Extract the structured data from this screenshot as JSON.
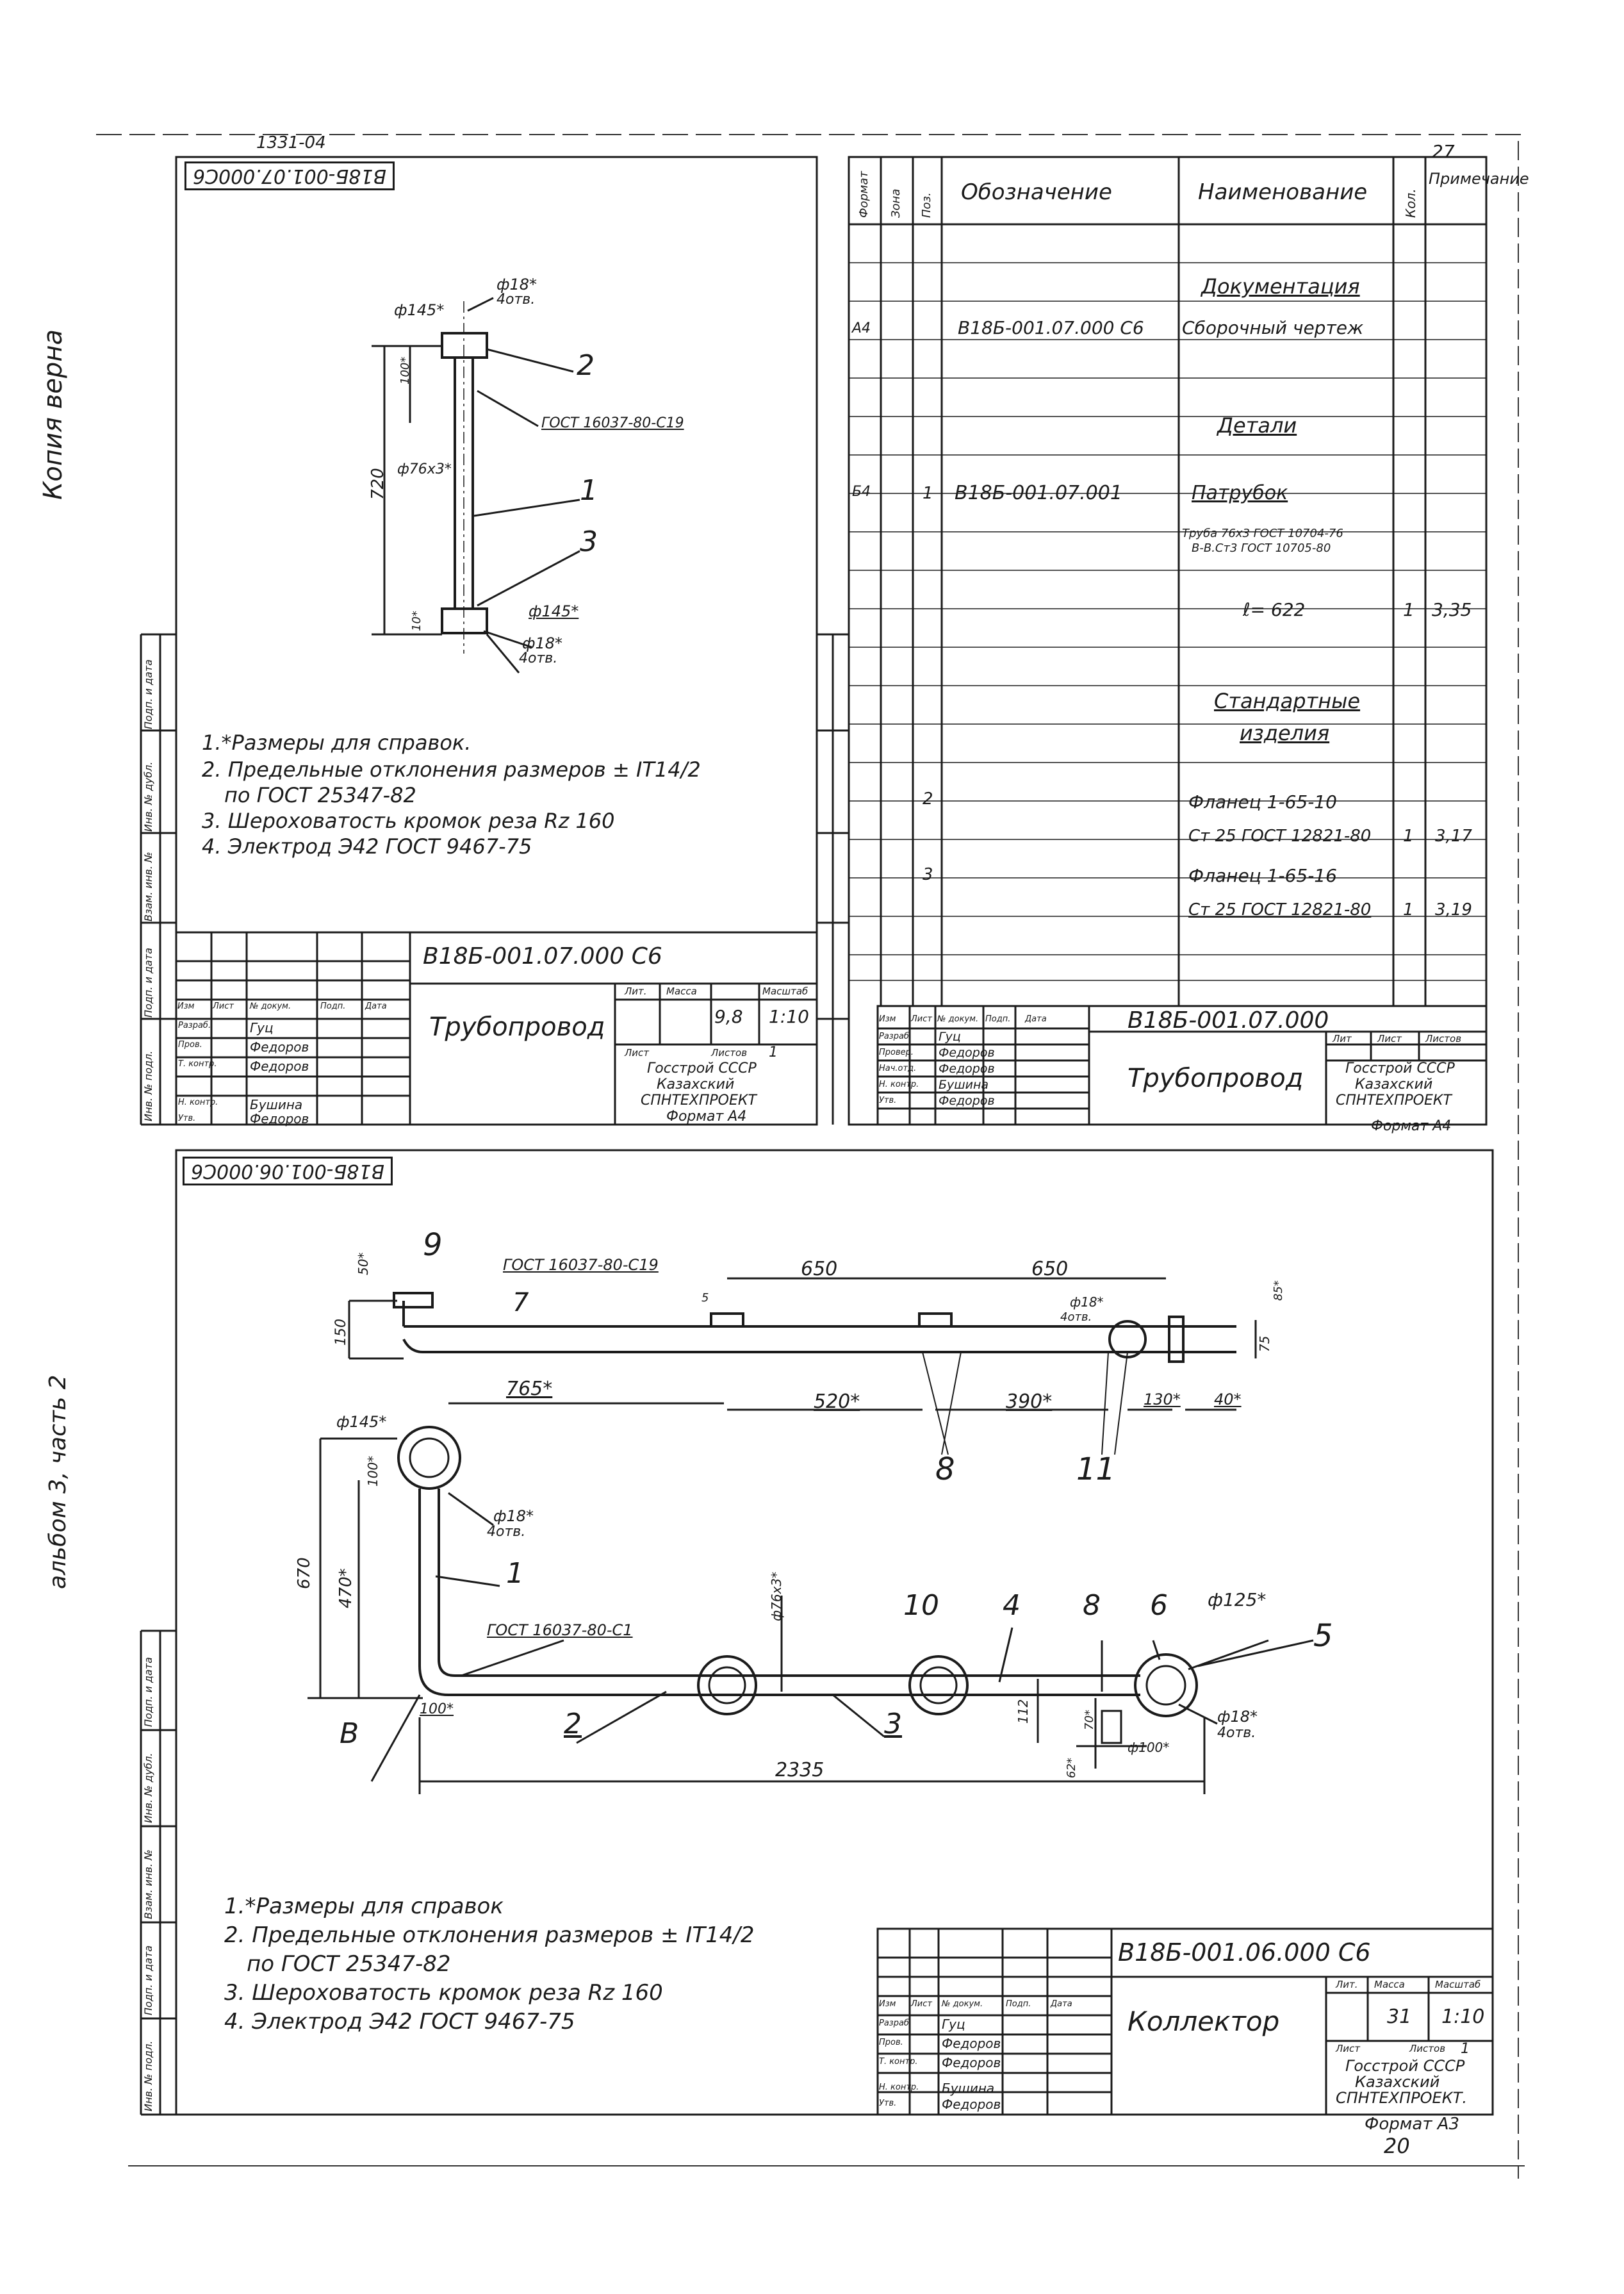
{
  "page": {
    "top_sheet_number": "1331-04",
    "margin_left_note": "Копия верна",
    "margin_left_note2": "альбом 3, часть 2",
    "page_number_top": "27",
    "page_number_bottom": "20"
  },
  "sheet1": {
    "stamp_code_rotated": "В18Б-001.07.000С6",
    "dims": {
      "flange_top": "ф145*",
      "holes_top": "ф18*",
      "holes_top_count": "4отв.",
      "leader_2": "2",
      "weld_top": "ГОСТ 16037-80-С19",
      "pipe": "ф76х3*",
      "length": "720",
      "half": "100*",
      "leader_1": "1",
      "leader_3": "3",
      "flange_bottom": "ф145*",
      "holes_bottom": "ф18*",
      "holes_bottom_count": "4отв.",
      "bottom_dim": "10*"
    },
    "notes": [
      "1.*Размеры для справок.",
      "2. Предельные отклонения размеров ± IT14/2",
      "по ГОСТ 25347-82",
      "3. Шероховатость кромок реза Rz 160",
      "4. Электрод Э42 ГОСТ 9467-75"
    ],
    "title_block": {
      "code": "В18Б-001.07.000 С6",
      "name": "Трубопровод",
      "lit_label": "Лит.",
      "mass_label": "Масса",
      "scale_label": "Масштаб",
      "mass": "9,8",
      "scale": "1:10",
      "sheet_label": "Лист",
      "sheets_label": "Листов",
      "sheets": "1",
      "org1": "Госстрой СССР",
      "org2": "Казахский",
      "org3": "СПНТЕХПРОЕКТ",
      "format": "Формат А4",
      "hdr_izm": "Изм",
      "hdr_list": "Лист",
      "hdr_doc": "№ докум.",
      "hdr_sign": "Подп.",
      "hdr_date": "Дата",
      "roles": [
        "Разраб.",
        "Пров.",
        "Т. контр.",
        "",
        "Н. контр.",
        "Утв."
      ],
      "names": [
        "Гуц",
        "Федоров",
        "Федоров",
        "",
        "Бушина",
        "Федоров"
      ]
    }
  },
  "sheet2": {
    "headers": [
      "Формат",
      "Зона",
      "Поз.",
      "Обозначение",
      "Наименование",
      "Кол.",
      "Примечание"
    ],
    "rows": [
      {
        "fmt": "",
        "pos": "",
        "code": "",
        "name": "Документация",
        "qty": "",
        "note": ""
      },
      {
        "fmt": "А4",
        "pos": "",
        "code": "В18Б-001.07.000 С6",
        "name": "Сборочный чертеж",
        "qty": "",
        "note": ""
      },
      {
        "fmt": "",
        "pos": "",
        "code": "",
        "name": "Детали",
        "qty": "",
        "note": ""
      },
      {
        "fmt": "Б4",
        "pos": "1",
        "code": "В18Б-001.07.001",
        "name": "Патрубок",
        "qty": "",
        "note": ""
      },
      {
        "fmt": "",
        "pos": "",
        "code": "",
        "name": "Труба 76х3 ГОСТ 10704-76",
        "qty": "",
        "note": ""
      },
      {
        "fmt": "",
        "pos": "",
        "code": "",
        "name": "В-В.Ст3 ГОСТ 10705-80",
        "qty": "",
        "note": ""
      },
      {
        "fmt": "",
        "pos": "",
        "code": "",
        "name": "ℓ= 622",
        "qty": "1",
        "note": "3,35"
      },
      {
        "fmt": "",
        "pos": "",
        "code": "",
        "name": "Стандартные",
        "qty": "",
        "note": ""
      },
      {
        "fmt": "",
        "pos": "",
        "code": "",
        "name": "изделия",
        "qty": "",
        "note": ""
      },
      {
        "fmt": "",
        "pos": "2",
        "code": "",
        "name": "Фланец 1-65-10",
        "qty": "",
        "note": ""
      },
      {
        "fmt": "",
        "pos": "",
        "code": "",
        "name": "Ст 25 ГОСТ 12821-80",
        "qty": "1",
        "note": "3,17"
      },
      {
        "fmt": "",
        "pos": "3",
        "code": "",
        "name": "Фланец 1-65-16",
        "qty": "",
        "note": ""
      },
      {
        "fmt": "",
        "pos": "",
        "code": "",
        "name": "Ст 25 ГОСТ 12821-80",
        "qty": "1",
        "note": "3,19"
      }
    ],
    "title_block": {
      "code": "В18Б-001.07.000",
      "name": "Трубопровод",
      "lit_label": "Лит",
      "sheet_label": "Лист",
      "sheets_label": "Листов",
      "org1": "Госстрой СССР",
      "org2": "Казахский",
      "org3": "СПНТЕХПРОЕКТ",
      "format": "Формат А4",
      "hdr": [
        "Изм",
        "Лист",
        "№ докум.",
        "Подп.",
        "Дата"
      ],
      "roles": [
        "Разраб.",
        "Провер.",
        "Нач.отд.",
        "Н. контр.",
        "Утв."
      ],
      "names": [
        "Гуц",
        "Федоров",
        "Федоров",
        "Бушина",
        "Федоров"
      ]
    }
  },
  "sheet3": {
    "stamp_code_rotated": "В18Б-001.06.000С6",
    "dims": {
      "pos9": "9",
      "d50": "50*",
      "weld_top": "ГОСТ 16037-80-С19",
      "d5": "5",
      "d650a": "650",
      "d650b": "650",
      "holes_r": "ф18*",
      "holes_r_count": "4отв.",
      "d85": "85*",
      "d150": "150",
      "pos7": "7",
      "d765": "765*",
      "d520": "520*",
      "d390": "390*",
      "d130": "130*",
      "d40": "40*",
      "d75": "75",
      "flange_l": "ф145*",
      "pos8a": "8",
      "pos11": "11",
      "d100a": "100*",
      "holes_l": "ф18*",
      "holes_l_count": "4отв.",
      "d670": "670",
      "d470": "470*",
      "pos1": "1",
      "pipe": "ф76х3*",
      "pos10": "10",
      "pos4": "4",
      "pos8b": "8",
      "pos6": "6",
      "flange_125": "ф125*",
      "pos5": "5",
      "weld_bottom": "ГОСТ 16037-80-С1",
      "d100b": "100*",
      "pos2": "2",
      "pos3": "3",
      "d112": "112",
      "d70": "70*",
      "d62": "62*",
      "d100c": "ф100*",
      "holes_b": "ф18*",
      "holes_b_count": "4отв.",
      "posB": "В",
      "d2335": "2335"
    },
    "notes": [
      "1.*Размеры для справок",
      "2. Предельные отклонения размеров ± IT14/2",
      "по ГОСТ 25347-82",
      "3. Шероховатость кромок реза Rz 160",
      "4. Электрод Э42 ГОСТ 9467-75"
    ],
    "title_block": {
      "code": "В18Б-001.06.000 С6",
      "name": "Коллектор",
      "lit_label": "Лит.",
      "mass_label": "Масса",
      "scale_label": "Масштаб",
      "mass": "31",
      "scale": "1:10",
      "sheet_label": "Лист",
      "sheets_label": "Листов",
      "sheets": "1",
      "org1": "Госстрой СССР",
      "org2": "Казахский",
      "org3": "СПНТЕХПРОЕКТ.",
      "format": "Формат А3",
      "hdr": [
        "Изм",
        "Лист",
        "№ докум.",
        "Подп.",
        "Дата"
      ],
      "roles": [
        "Разраб.",
        "Пров.",
        "Т. контр.",
        "",
        "Н. контр.",
        "Утв."
      ],
      "names": [
        "Гуц",
        "Федоров",
        "Федоров",
        "",
        "Бушина",
        "Федоров"
      ]
    }
  },
  "side_strip_labels": [
    "Подп. и дата",
    "Инв. № дубл.",
    "Взам. инв. №",
    "Подп. и дата",
    "Инв. № подл."
  ],
  "colors": {
    "ink": "#1b1b1b",
    "paper": "#ffffff"
  }
}
